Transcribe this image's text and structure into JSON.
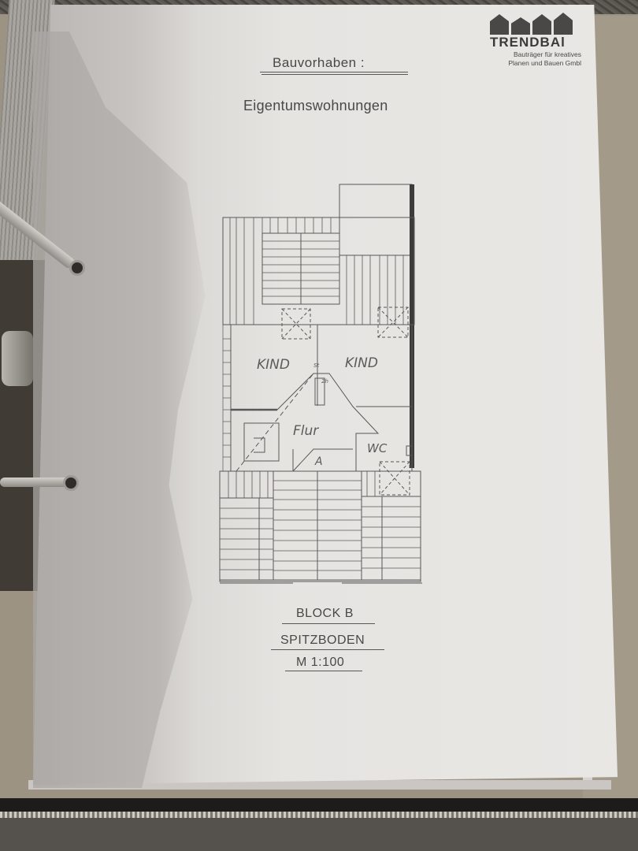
{
  "document": {
    "type": "architectural floor plan (photographed page in binder)",
    "logo": {
      "name": "TRENDBAU",
      "visible_name": "TRENDBAl",
      "tagline_line1": "Bauträger für kreatives",
      "tagline_line2": "Planen und Bauen Gmbl"
    },
    "header": {
      "project_label": "Bauvorhaben :",
      "project_name": "Eigentumswohnungen"
    },
    "plan": {
      "rooms": [
        {
          "label": "KIND",
          "position": "left"
        },
        {
          "label": "KIND",
          "position": "right"
        },
        {
          "label": "Flur",
          "position": "center"
        },
        {
          "label": "WC",
          "position": "lower-right"
        }
      ],
      "annotations": [
        "St",
        "2h"
      ],
      "stair_marker": "A"
    },
    "footer": {
      "block": "BLOCK  B",
      "floor": "SPITZBODEN",
      "scale": "M  1:100"
    }
  },
  "colors": {
    "paper": "#e6e4e1",
    "ink": "#4a4846",
    "binder_board": "#9d9383",
    "shadow": "#b3b0ad"
  }
}
